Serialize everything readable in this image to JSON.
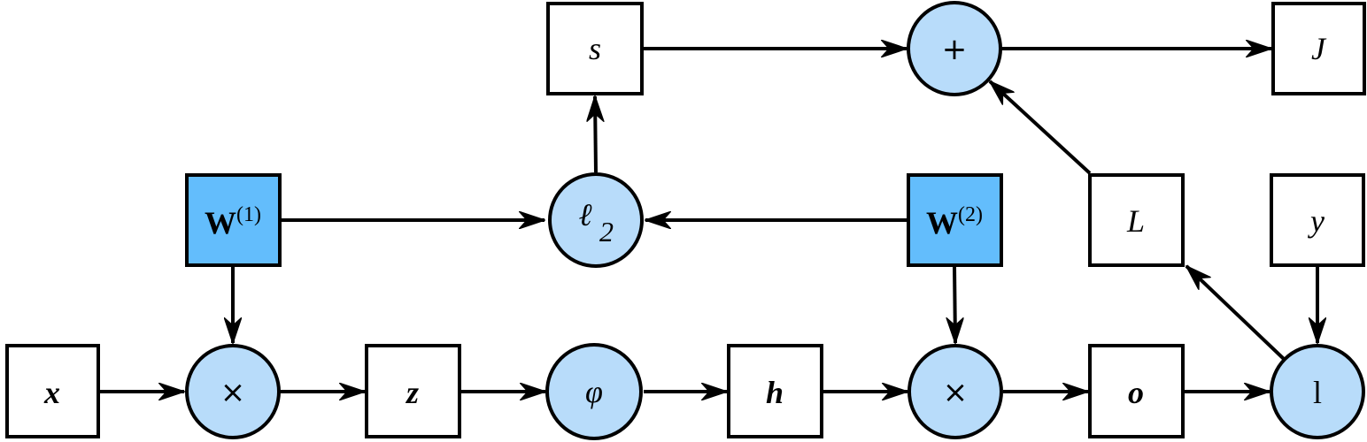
{
  "nodes": {
    "x": {
      "label": "x"
    },
    "z": {
      "label": "z"
    },
    "h": {
      "label": "h"
    },
    "o": {
      "label": "o"
    },
    "s": {
      "label": "s"
    },
    "J": {
      "label": "J"
    },
    "L": {
      "label": "L"
    },
    "y": {
      "label": "y"
    },
    "W1": {
      "main": "W",
      "sup": "(1)"
    },
    "W2": {
      "main": "W",
      "sup": "(2)"
    },
    "mult1": {
      "label": "×"
    },
    "mult2": {
      "label": "×"
    },
    "phi": {
      "label": "φ"
    },
    "l2": {
      "main": "ℓ",
      "sub": "2"
    },
    "plus": {
      "label": "+"
    },
    "loss_op": {
      "label": "l"
    }
  },
  "colors": {
    "param_fill": "#63bdfc",
    "op_fill": "#b8dcfa",
    "box_fill": "#ffffff",
    "stroke": "#000000"
  }
}
